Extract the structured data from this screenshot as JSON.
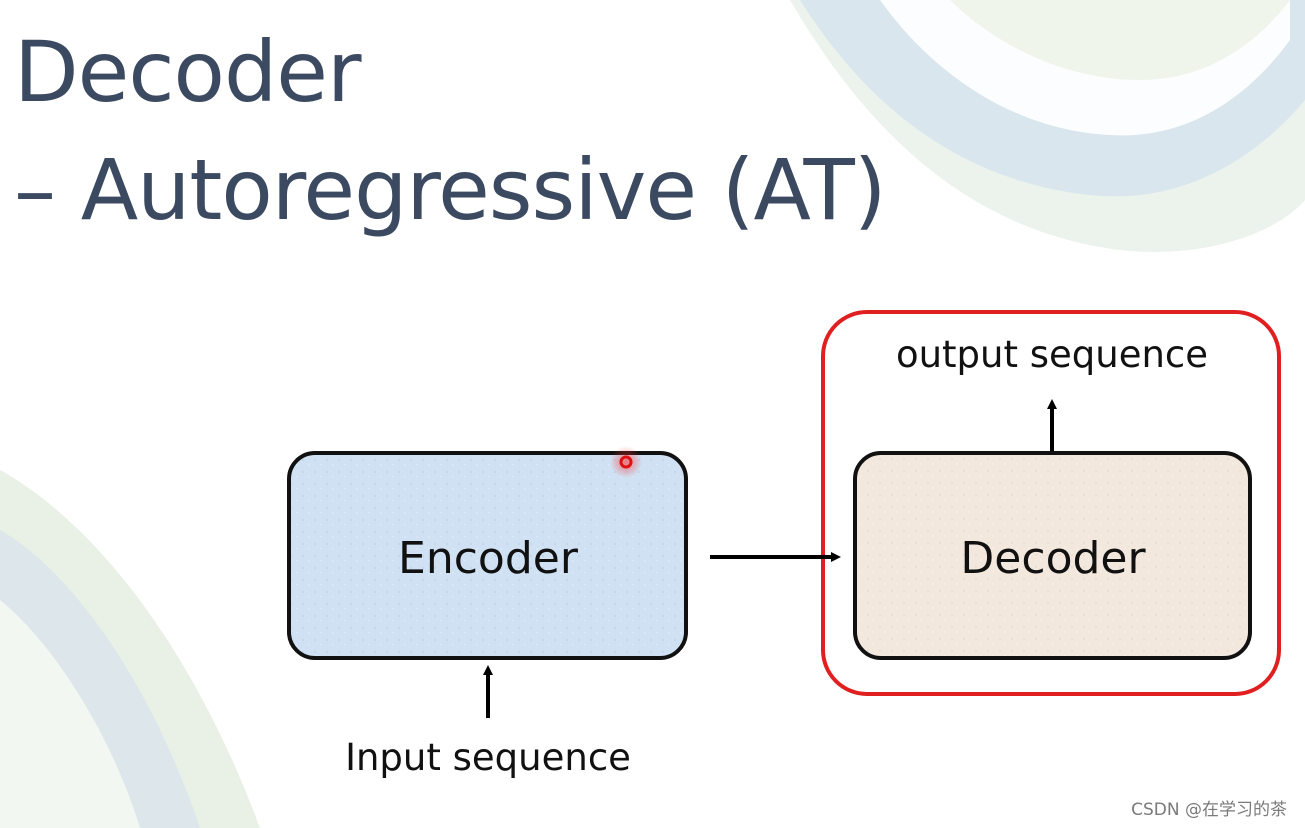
{
  "title": {
    "line1": "Decoder",
    "line2": "– Autoregressive (AT)"
  },
  "diagram": {
    "encoder_label": "Encoder",
    "decoder_label": "Decoder",
    "input_label": "Input sequence",
    "output_label": "output sequence"
  },
  "colors": {
    "title": "#3c4a61",
    "encoder_fill": "#cfe1f3",
    "decoder_fill": "#f3e8dd",
    "highlight_border": "#e02020",
    "pointer": "#e01010"
  },
  "watermark": "CSDN @在学习的茶"
}
